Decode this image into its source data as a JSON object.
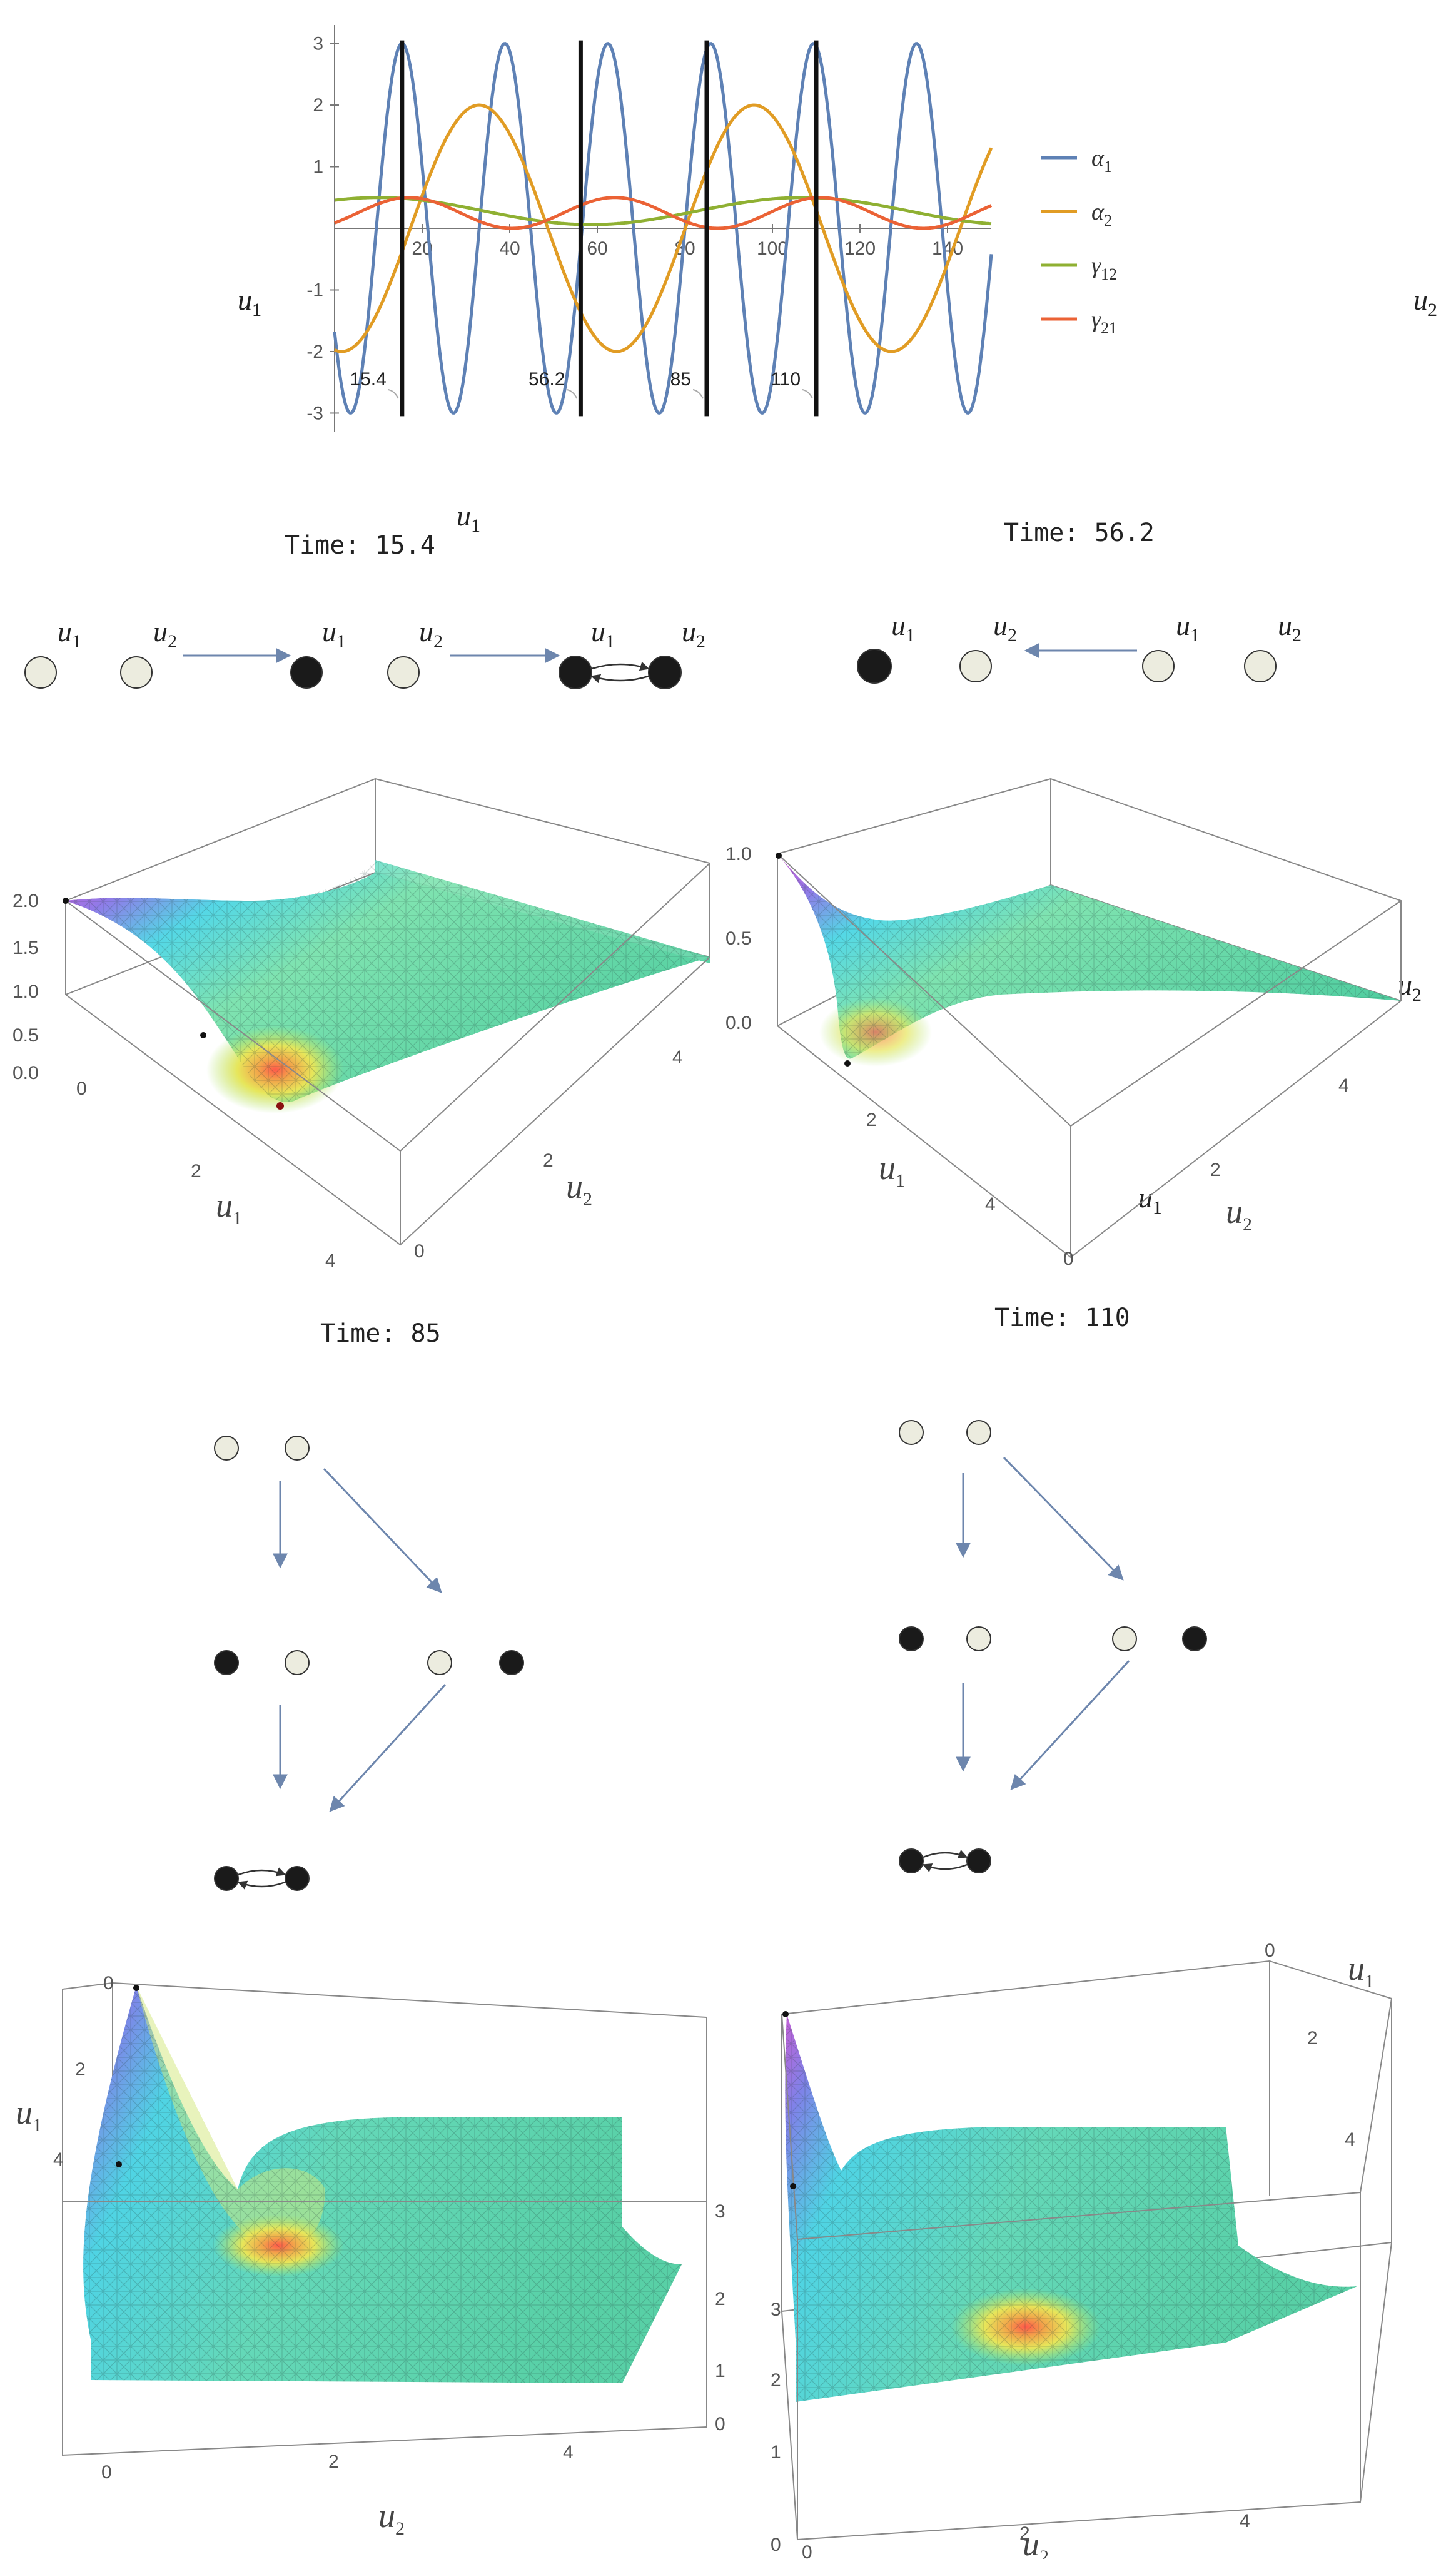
{
  "chart_data": [
    {
      "type": "line",
      "xlim": [
        0,
        150
      ],
      "ylim": [
        -3.3,
        3.3
      ],
      "x_ticks": [
        "20",
        "40",
        "60",
        "80",
        "100",
        "120",
        "140"
      ],
      "y_ticks": [
        "-3",
        "-2",
        "-1",
        "1",
        "2",
        "3"
      ],
      "legend_position": "right",
      "series": [
        {
          "name": "α1",
          "legend_base": "α",
          "legend_sub": "1",
          "color": "#5e81b5",
          "amplitude": 3,
          "period": 23.5,
          "phase_x": 15.4
        },
        {
          "name": "α2",
          "legend_base": "α",
          "legend_sub": "2",
          "color": "#e19c24",
          "amplitude": 2,
          "period": 62.8,
          "phase_x": 33
        },
        {
          "name": "γ12",
          "legend_base": "γ",
          "legend_sub": "12",
          "color": "#8fb032",
          "offset": 0.28,
          "amplitude": 0.22,
          "period": 97,
          "phase_x": 10
        },
        {
          "name": "γ21",
          "legend_base": "γ",
          "legend_sub": "21",
          "color": "#eb6235",
          "offset": 0.25,
          "amplitude": 0.25,
          "period": 47,
          "phase_x": 17
        }
      ],
      "vertical_markers": [
        {
          "x": 15.4,
          "label": "15.4"
        },
        {
          "x": 56.2,
          "label": "56.2"
        },
        {
          "x": 85,
          "label": "85"
        },
        {
          "x": 110,
          "label": "110"
        }
      ]
    },
    {
      "type": "surface",
      "panel": "Time: 15.4",
      "zlim": [
        0,
        2
      ],
      "z_ticks": [
        "0.0",
        "0.5",
        "1.0",
        "1.5",
        "2.0"
      ],
      "x_axis": {
        "label_base": "u",
        "label_sub": "1",
        "ticks": [
          "0",
          "2",
          "4"
        ]
      },
      "y_axis": {
        "label_base": "u",
        "label_sub": "2",
        "ticks": [
          "0",
          "2",
          "4"
        ]
      }
    },
    {
      "type": "surface",
      "panel": "Time: 56.2",
      "zlim": [
        0,
        1
      ],
      "z_ticks": [
        "0.0",
        "0.5",
        "1.0"
      ],
      "x_axis": {
        "label_base": "u",
        "label_sub": "1",
        "ticks": [
          "2",
          "4"
        ]
      },
      "y_axis": {
        "label_base": "u",
        "label_sub": "2",
        "ticks": [
          "0",
          "2",
          "4"
        ]
      }
    },
    {
      "type": "surface",
      "panel": "Time: 85",
      "zlim": [
        0,
        3
      ],
      "z_ticks": [
        "0",
        "1",
        "2",
        "3"
      ],
      "x_axis": {
        "label_base": "u",
        "label_sub": "2",
        "ticks": [
          "0",
          "2",
          "4"
        ]
      },
      "y_axis": {
        "label_base": "u",
        "label_sub": "1",
        "ticks": [
          "0",
          "2",
          "4"
        ]
      }
    },
    {
      "type": "surface",
      "panel": "Time: 110",
      "zlim": [
        0,
        3
      ],
      "z_ticks": [
        "0",
        "1",
        "2",
        "3"
      ],
      "x_axis": {
        "label_base": "u",
        "label_sub": "2",
        "ticks": [
          "0",
          "2",
          "4"
        ]
      },
      "y_axis": {
        "label_base": "u",
        "label_sub": "1",
        "ticks": [
          "0",
          "2",
          "4"
        ]
      }
    }
  ],
  "panels": {
    "t1": {
      "title": "Time: 15.4"
    },
    "t2": {
      "title": "Time: 56.2"
    },
    "t3": {
      "title": "Time: 85"
    },
    "t4": {
      "title": "Time: 110"
    }
  },
  "nodes": {
    "u": "u",
    "s1": "1",
    "s2": "2"
  },
  "colors": {
    "node_active": "#1a1a1a",
    "node_inactive": "#ececdf",
    "arrow": "#6d86ad"
  }
}
